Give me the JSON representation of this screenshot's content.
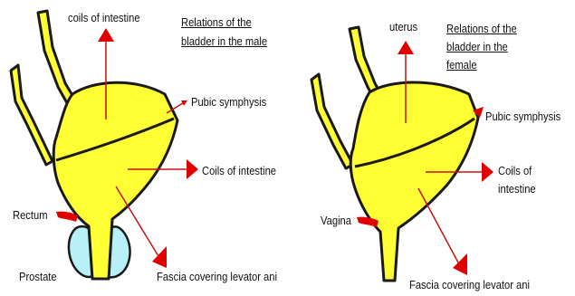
{
  "colors": {
    "bladder": "#ffff33",
    "outline": "#1a1a1a",
    "arrow_line": "#cc1111",
    "arrowhead": "#e00000",
    "prostate": "#b7f0f6"
  },
  "male": {
    "title_line1": "Relations of the",
    "title_line2": "bladder in the male",
    "labels": {
      "superior": "coils of intestine",
      "pubic": "Pubic symphysis",
      "lateral": "Coils of intestine",
      "posterior": "Rectum",
      "inferior": "Prostate",
      "inferolateral": "Fascia covering levator ani"
    }
  },
  "female": {
    "title_line1": "Relations of the",
    "title_line2": "bladder in the",
    "title_line3": "female",
    "labels": {
      "superior": "uterus",
      "pubic": "Pubic symphysis",
      "lateral_line1": "Coils of",
      "lateral_line2": "intestine",
      "posterior": "Vagina",
      "inferolateral": "Fascia covering levator ani"
    }
  }
}
